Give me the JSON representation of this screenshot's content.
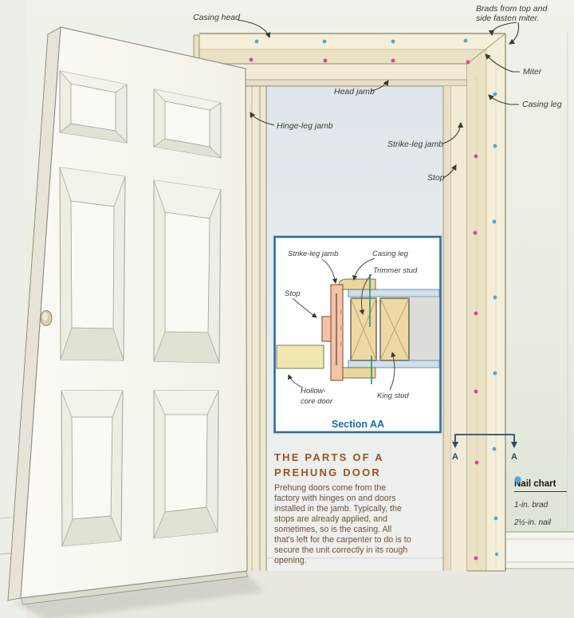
{
  "heading": {
    "line1": "THE PARTS OF A",
    "line2": "PREHUNG DOOR"
  },
  "body_text": "Prehung doors come from the factory with hinges on and doors installed in the jamb. Typically, the stops are already applied, and sometimes, so is the casing. All that's left for the carpenter to do is to secure the unit correctly in its rough opening.",
  "diagram_labels": {
    "casing_head": "Casing head",
    "brads_note_line1": "Brads from top and",
    "brads_note_line2": "side fasten miter.",
    "miter": "Miter",
    "casing_leg": "Casing leg",
    "head_jamb": "Head jamb",
    "hinge_leg_jamb": "Hinge-leg jamb",
    "strike_leg_jamb": "Strike-leg jamb",
    "stop": "Stop"
  },
  "inset": {
    "labels": {
      "strike_leg_jamb": "Strike-leg jamb",
      "casing_leg": "Casing leg",
      "trimmer_stud": "Trimmer stud",
      "stop": "Stop",
      "hollow_core_line1": "Hollow-",
      "hollow_core_line2": "core door",
      "king_stud": "King stud"
    },
    "caption": "Section AA"
  },
  "section_marker": {
    "left_label": "A",
    "right_label": "A"
  },
  "nail_chart": {
    "title": "Nail chart",
    "items": [
      {
        "label": "1-in. brad",
        "color": "#e83d95"
      },
      {
        "label": "2½-in. nail",
        "color": "#46aadf"
      }
    ]
  },
  "colors": {
    "brad_pink": "#e83d95",
    "nail_blue": "#46aadf",
    "heading_brown": "#9b5121",
    "caption_blue": "#1c6aa6",
    "marker_navy": "#2b4a76"
  }
}
